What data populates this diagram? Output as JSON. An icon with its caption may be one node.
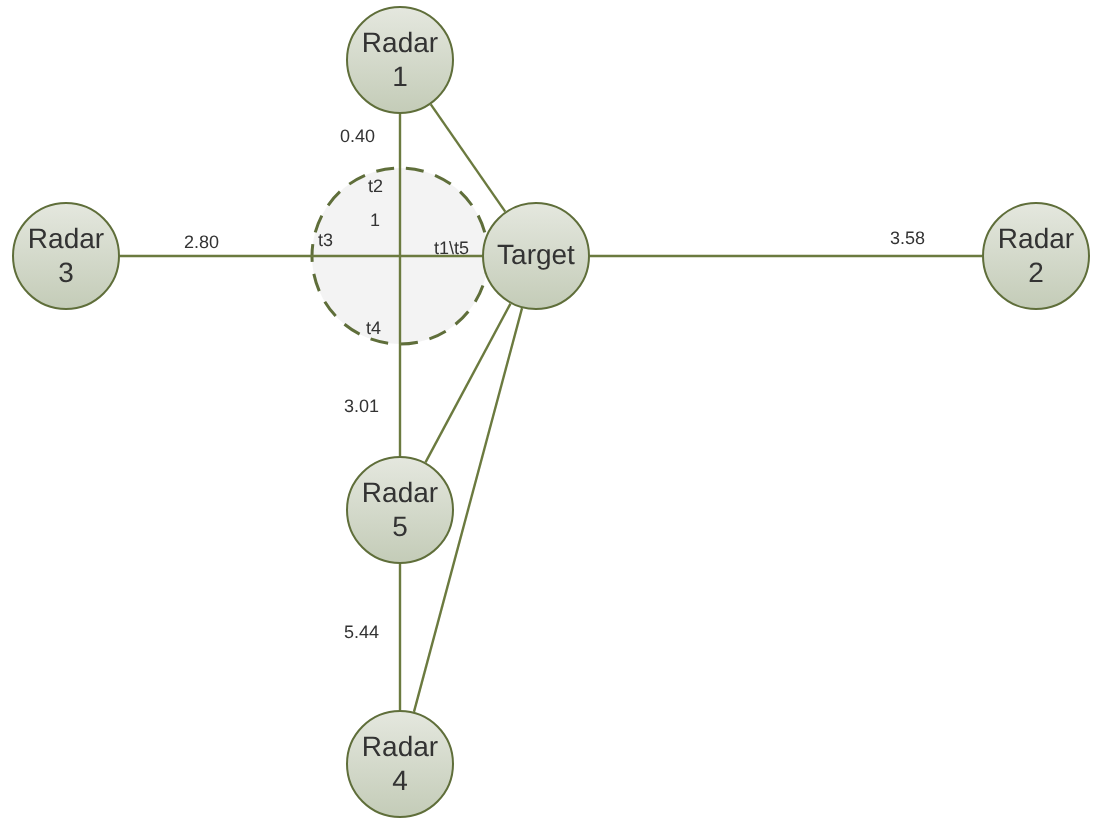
{
  "diagram": {
    "nodes": [
      {
        "text": [
          "Radar 1"
        ]
      },
      {
        "text": [
          "t2",
          "1",
          "t3",
          "t1\\t5",
          "t4"
        ]
      },
      {
        "text": [
          "Radar 3"
        ]
      },
      {
        "text": [
          "Target"
        ]
      },
      {
        "text": [
          "Radar 2"
        ]
      },
      {
        "text": [
          "Radar 5"
        ]
      },
      {
        "text": [
          "Radar 4"
        ]
      }
    ],
    "edges": [
      {
        "from": 0,
        "to": 1,
        "arrow": "none",
        "label": "0.40"
      },
      {
        "from": 2,
        "to": 1,
        "arrow": "none",
        "label": "2.80"
      },
      {
        "from": 3,
        "to": 4,
        "arrow": "none",
        "label": "3.58"
      },
      {
        "from": 1,
        "to": 5,
        "arrow": "none",
        "label": "3.01"
      },
      {
        "from": 5,
        "to": 6,
        "arrow": "none",
        "label": "5.44"
      },
      {
        "from": 3,
        "to": 0,
        "arrow": "none"
      },
      {
        "from": 3,
        "to": 5,
        "arrow": "none"
      },
      {
        "from": 3,
        "to": 6,
        "arrow": "none"
      }
    ]
  }
}
